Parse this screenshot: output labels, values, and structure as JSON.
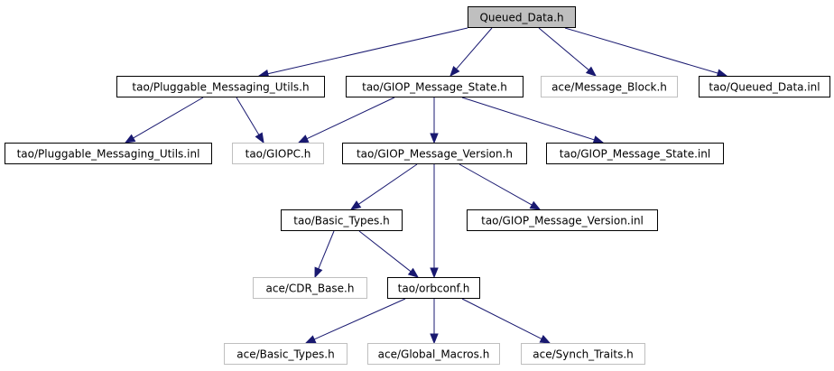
{
  "colors": {
    "root_fill": "#bfbfbf",
    "node_fill": "#ffffff",
    "node_border": "#000000",
    "missing_border": "#bfbfbf",
    "missing_text": "#7f7f7f",
    "edge": "#191970"
  },
  "nodes": [
    {
      "id": "queued_data_h",
      "label": "Queued_Data.h",
      "kind": "root"
    },
    {
      "id": "pluggable_messaging_utils_h",
      "label": "tao/Pluggable_Messaging_Utils.h",
      "kind": "normal"
    },
    {
      "id": "giop_message_state_h",
      "label": "tao/GIOP_Message_State.h",
      "kind": "normal"
    },
    {
      "id": "message_block_h",
      "label": "ace/Message_Block.h",
      "kind": "missing"
    },
    {
      "id": "queued_data_inl",
      "label": "tao/Queued_Data.inl",
      "kind": "normal"
    },
    {
      "id": "pluggable_messaging_utils_inl",
      "label": "tao/Pluggable_Messaging_Utils.inl",
      "kind": "normal"
    },
    {
      "id": "giopc_h",
      "label": "tao/GIOPC.h",
      "kind": "missing"
    },
    {
      "id": "giop_message_version_h",
      "label": "tao/GIOP_Message_Version.h",
      "kind": "normal"
    },
    {
      "id": "giop_message_state_inl",
      "label": "tao/GIOP_Message_State.inl",
      "kind": "normal"
    },
    {
      "id": "basic_types_h",
      "label": "tao/Basic_Types.h",
      "kind": "normal"
    },
    {
      "id": "giop_message_version_inl",
      "label": "tao/GIOP_Message_Version.inl",
      "kind": "normal"
    },
    {
      "id": "cdr_base_h",
      "label": "ace/CDR_Base.h",
      "kind": "missing"
    },
    {
      "id": "orbconf_h",
      "label": "tao/orbconf.h",
      "kind": "normal"
    },
    {
      "id": "ace_basic_types_h",
      "label": "ace/Basic_Types.h",
      "kind": "missing"
    },
    {
      "id": "global_macros_h",
      "label": "ace/Global_Macros.h",
      "kind": "missing"
    },
    {
      "id": "synch_traits_h",
      "label": "ace/Synch_Traits.h",
      "kind": "missing"
    }
  ],
  "edges": [
    {
      "from": "queued_data_h",
      "to": "pluggable_messaging_utils_h"
    },
    {
      "from": "queued_data_h",
      "to": "giop_message_state_h"
    },
    {
      "from": "queued_data_h",
      "to": "message_block_h"
    },
    {
      "from": "queued_data_h",
      "to": "queued_data_inl"
    },
    {
      "from": "pluggable_messaging_utils_h",
      "to": "pluggable_messaging_utils_inl"
    },
    {
      "from": "pluggable_messaging_utils_h",
      "to": "giopc_h"
    },
    {
      "from": "giop_message_state_h",
      "to": "giopc_h"
    },
    {
      "from": "giop_message_state_h",
      "to": "giop_message_version_h"
    },
    {
      "from": "giop_message_state_h",
      "to": "giop_message_state_inl"
    },
    {
      "from": "giop_message_version_h",
      "to": "basic_types_h"
    },
    {
      "from": "giop_message_version_h",
      "to": "orbconf_h"
    },
    {
      "from": "giop_message_version_h",
      "to": "giop_message_version_inl"
    },
    {
      "from": "basic_types_h",
      "to": "cdr_base_h"
    },
    {
      "from": "basic_types_h",
      "to": "orbconf_h"
    },
    {
      "from": "orbconf_h",
      "to": "ace_basic_types_h"
    },
    {
      "from": "orbconf_h",
      "to": "global_macros_h"
    },
    {
      "from": "orbconf_h",
      "to": "synch_traits_h"
    }
  ]
}
